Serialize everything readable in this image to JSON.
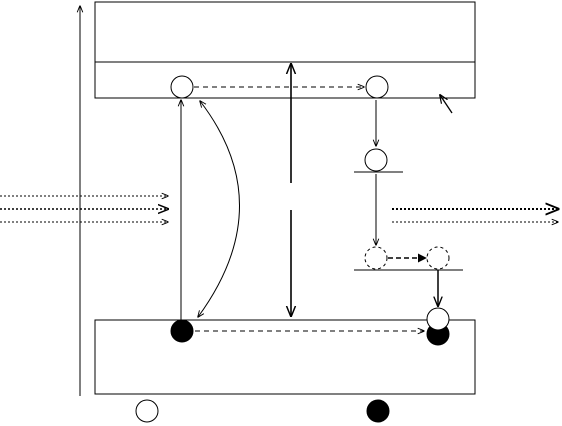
{
  "diagram": {
    "stroke_color": "#000000",
    "fill_color": "#000000",
    "background": "#ffffff",
    "bands": [
      "conduction-band",
      "valence-band"
    ],
    "levels": [
      "shallow-donor-level",
      "acceptor-pair-level"
    ],
    "legend": [
      {
        "name": "open-circle",
        "filled": false
      },
      {
        "name": "filled-circle",
        "filled": true
      }
    ]
  }
}
